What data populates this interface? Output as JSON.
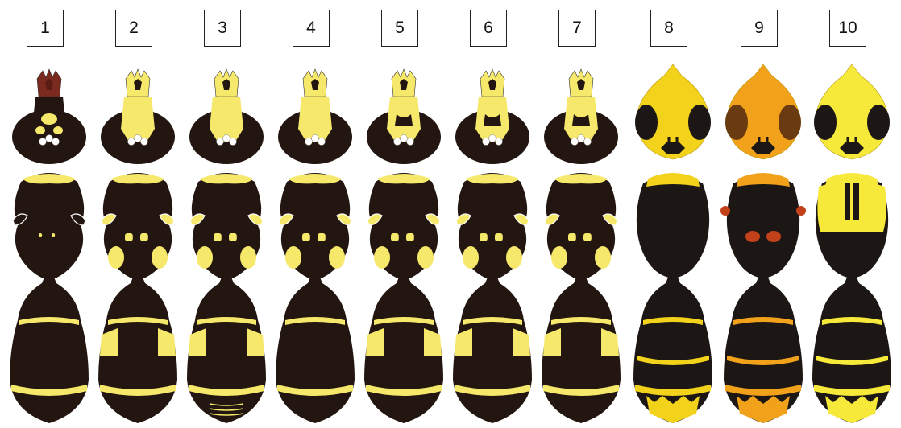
{
  "figure": {
    "panels": [
      {
        "label": "1",
        "variant": "a",
        "head_style": "dark",
        "palette": {
          "dark": "#231610",
          "accent": "#f6e86a",
          "mandible": "#7a2a1e"
        }
      },
      {
        "label": "2",
        "variant": "b",
        "head_style": "dark",
        "palette": {
          "dark": "#231610",
          "accent": "#f6e86a",
          "mandible": "#f6e86a"
        }
      },
      {
        "label": "3",
        "variant": "c",
        "head_style": "dark",
        "palette": {
          "dark": "#231610",
          "accent": "#f6e86a",
          "mandible": "#f6e86a"
        }
      },
      {
        "label": "4",
        "variant": "d",
        "head_style": "dark",
        "palette": {
          "dark": "#231610",
          "accent": "#f6e86a",
          "mandible": "#f6e86a"
        }
      },
      {
        "label": "5",
        "variant": "e",
        "head_style": "dark",
        "palette": {
          "dark": "#231610",
          "accent": "#f6e86a",
          "mandible": "#f6e86a"
        }
      },
      {
        "label": "6",
        "variant": "f",
        "head_style": "dark",
        "palette": {
          "dark": "#231610",
          "accent": "#f6e86a",
          "mandible": "#f6e86a"
        }
      },
      {
        "label": "7",
        "variant": "g",
        "head_style": "dark",
        "palette": {
          "dark": "#231610",
          "accent": "#f6e86a",
          "mandible": "#f6e86a"
        }
      },
      {
        "label": "8",
        "variant": "h",
        "head_style": "yellow",
        "palette": {
          "dark": "#1c1714",
          "accent": "#f2d21a",
          "mandible": "#f2d21a"
        }
      },
      {
        "label": "9",
        "variant": "i",
        "head_style": "orange",
        "palette": {
          "dark": "#1c1714",
          "accent": "#f2a21a",
          "mandible": "#f2a21a"
        }
      },
      {
        "label": "10",
        "variant": "j",
        "head_style": "yellow",
        "palette": {
          "dark": "#1c1714",
          "accent": "#f7e93a",
          "mandible": "#f7e93a"
        }
      }
    ]
  }
}
